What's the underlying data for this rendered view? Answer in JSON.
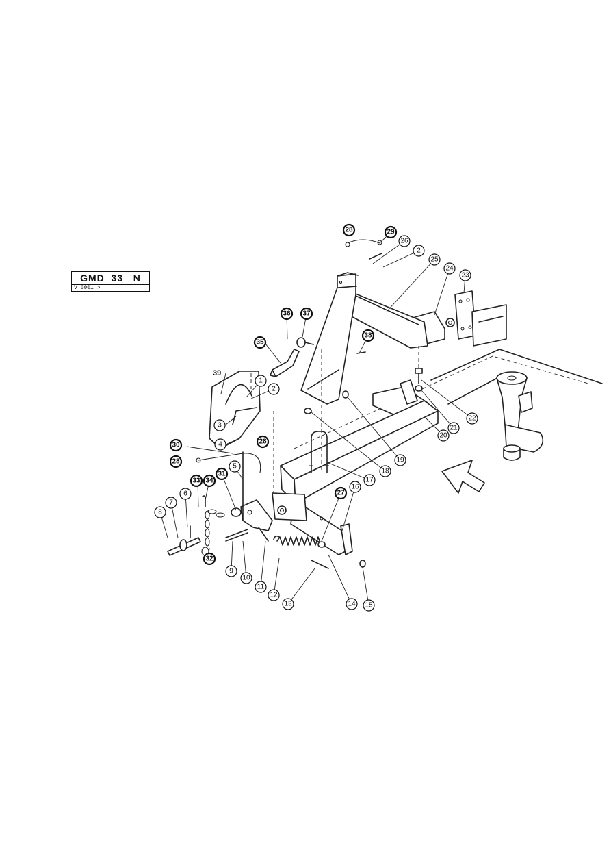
{
  "model_box": {
    "model": "GMD  33   N",
    "version": "V 0001 >"
  },
  "labels": {
    "n39": "39"
  },
  "callouts": {
    "c1": "1",
    "c2a": "2",
    "c2b": "2",
    "c3": "3",
    "c4": "4",
    "c5": "5",
    "c6": "6",
    "c7": "7",
    "c8": "8",
    "c9": "9",
    "c10": "10",
    "c11": "11",
    "c12": "12",
    "c13": "13",
    "c14": "14",
    "c15": "15",
    "c16": "16",
    "c17": "17",
    "c18": "18",
    "c19": "19",
    "c20": "20",
    "c21": "21",
    "c22": "22",
    "c23": "23",
    "c24": "24",
    "c25": "25",
    "c26": "26",
    "c27": "27",
    "c28a": "28",
    "c28b": "28",
    "c28c": "28",
    "c29": "29",
    "c30": "30",
    "c31": "31",
    "c32": "32",
    "c33": "33",
    "c34": "34",
    "c35": "35",
    "c36": "36",
    "c37": "37",
    "c38": "38"
  }
}
